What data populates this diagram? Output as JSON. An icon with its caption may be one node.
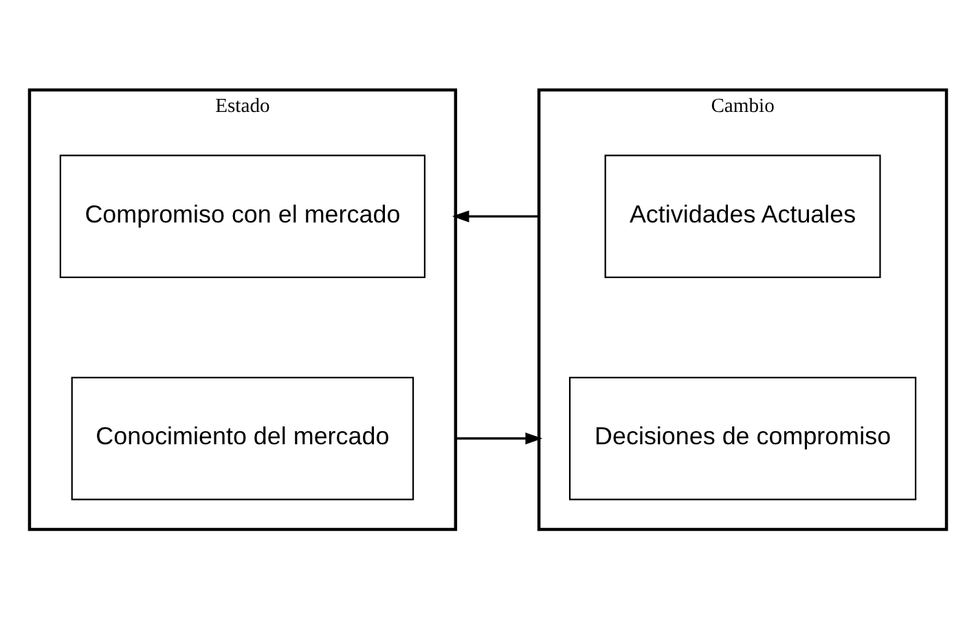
{
  "diagram": {
    "nodes": [
      {
        "text": [
          "Estado"
        ]
      },
      {
        "text": [
          "Conocimiento del mercado"
        ],
        "in": 0
      },
      {
        "text": [
          "Compromiso con el mercado"
        ],
        "in": 0
      },
      {
        "text": [
          "Cambio"
        ]
      },
      {
        "text": [
          "Decisiones de compromiso"
        ],
        "in": 3
      },
      {
        "text": [
          "Actividades Actuales"
        ],
        "in": 3
      }
    ],
    "edges": [
      {
        "from": 0,
        "to": 3,
        "arrow": "to"
      },
      {
        "from": 3,
        "to": 0,
        "arrow": "to"
      }
    ]
  }
}
